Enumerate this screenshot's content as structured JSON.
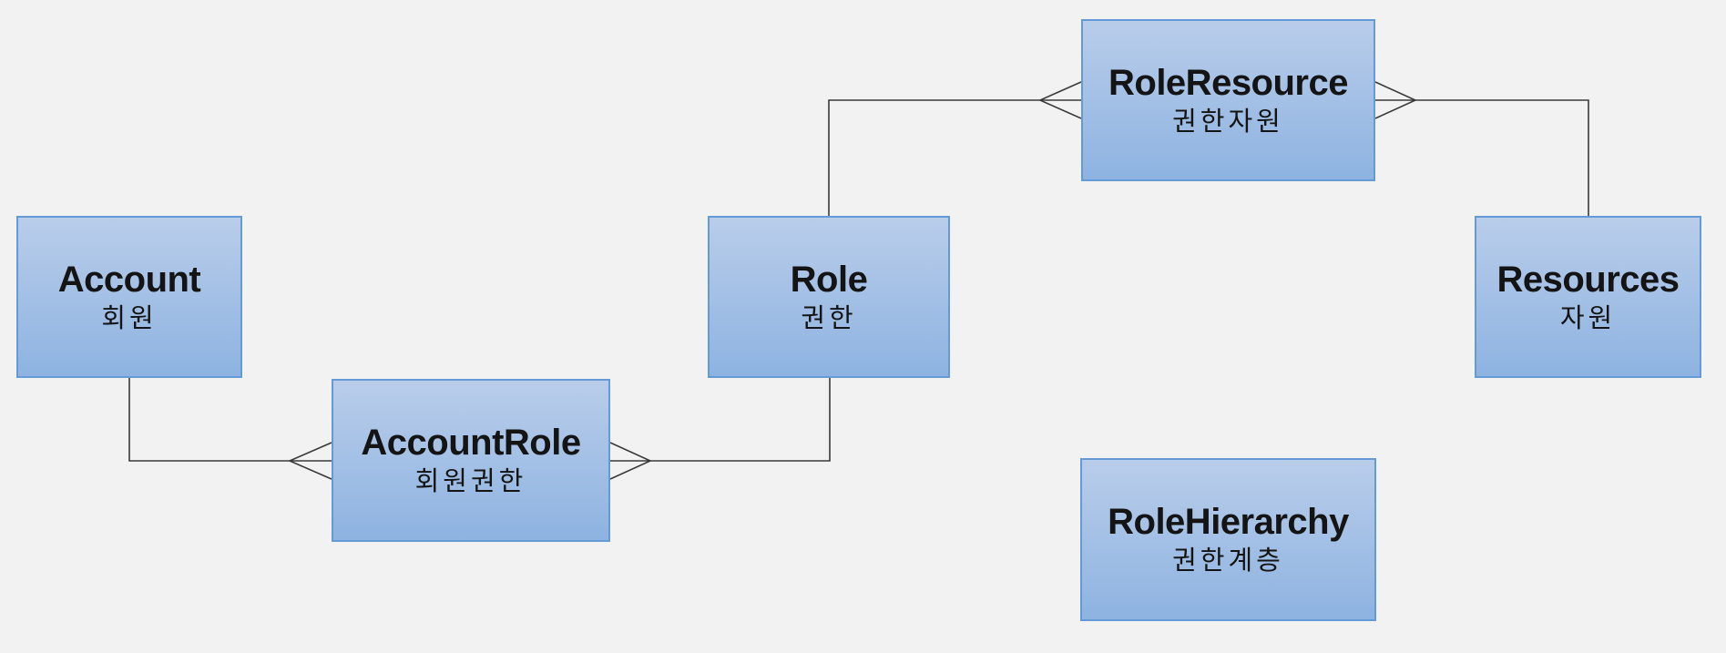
{
  "colors": {
    "background": "#f2f2f2",
    "node_fill_top": "#b9cdea",
    "node_fill_bottom": "#8eb3e1",
    "node_border": "#649bd6",
    "connector": "#3a3a3a",
    "text": "#141414"
  },
  "nodes": [
    {
      "title": "Account",
      "subtitle": "회원"
    },
    {
      "title": "AccountRole",
      "subtitle": "회원권한"
    },
    {
      "title": "Role",
      "subtitle": "권한"
    },
    {
      "title": "RoleResource",
      "subtitle": "권한자원"
    },
    {
      "title": "Resources",
      "subtitle": "자원"
    },
    {
      "title": "RoleHierarchy",
      "subtitle": "권한계층"
    }
  ],
  "relationships": [
    {
      "from": "Account",
      "to": "AccountRole",
      "many_side": "AccountRole",
      "notation": "crow-foot"
    },
    {
      "from": "Role",
      "to": "AccountRole",
      "many_side": "AccountRole",
      "notation": "crow-foot"
    },
    {
      "from": "Role",
      "to": "RoleResource",
      "many_side": "RoleResource",
      "notation": "crow-foot"
    },
    {
      "from": "Resources",
      "to": "RoleResource",
      "many_side": "RoleResource",
      "notation": "crow-foot"
    }
  ]
}
